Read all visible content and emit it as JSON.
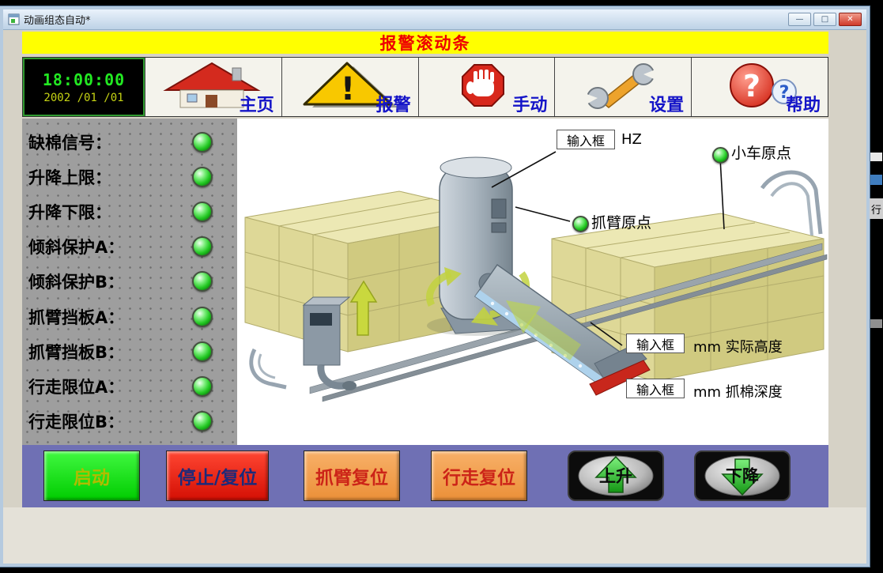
{
  "window": {
    "title": "动画组态自动*",
    "controls": {
      "minimize": "—",
      "maximize": "□",
      "close": "✕"
    }
  },
  "banner": {
    "text": "报警滚动条"
  },
  "clock": {
    "time": "18:00:00",
    "date": "2002 /01 /01"
  },
  "toolbar": {
    "items": [
      {
        "label": "主页",
        "icon": "home-icon"
      },
      {
        "label": "报警",
        "icon": "alarm-icon",
        "glyph": "!"
      },
      {
        "label": "手动",
        "icon": "stop-hand-icon"
      },
      {
        "label": "设置",
        "icon": "wrench-icon"
      },
      {
        "label": "帮助",
        "icon": "help-icon",
        "glyph": "?",
        "glyph_small": "?"
      }
    ]
  },
  "status": {
    "items": [
      {
        "label": "缺棉信号："
      },
      {
        "label": "升降上限："
      },
      {
        "label": "升降下限："
      },
      {
        "label": "倾斜保护A："
      },
      {
        "label": "倾斜保护B："
      },
      {
        "label": "抓臂挡板A："
      },
      {
        "label": "抓臂挡板B："
      },
      {
        "label": "行走限位A："
      },
      {
        "label": "行走限位B："
      }
    ],
    "led_color": "#22c822"
  },
  "diagram": {
    "input_box_label": "输入框",
    "hz_suffix": "HZ",
    "height_suffix": "mm 实际高度",
    "depth_suffix": "mm 抓棉深度",
    "cart_origin_label": "小车原点",
    "arm_origin_label": "抓臂原点"
  },
  "controls": {
    "items": [
      {
        "label": "启动"
      },
      {
        "label": "停止/复位"
      },
      {
        "label": "抓臂复位"
      },
      {
        "label": "行走复位"
      },
      {
        "label": "上升"
      },
      {
        "label": "下降"
      }
    ]
  },
  "edge": {
    "fragment_text": "行"
  },
  "colors": {
    "banner_bg": "#ffff00",
    "banner_text": "#ee0000",
    "led_green": "#22c822",
    "bar_bg": "#6f70b4",
    "start_bg": "#00dd00",
    "stop_bg": "#e01005",
    "reset_bg": "#f0a050"
  }
}
